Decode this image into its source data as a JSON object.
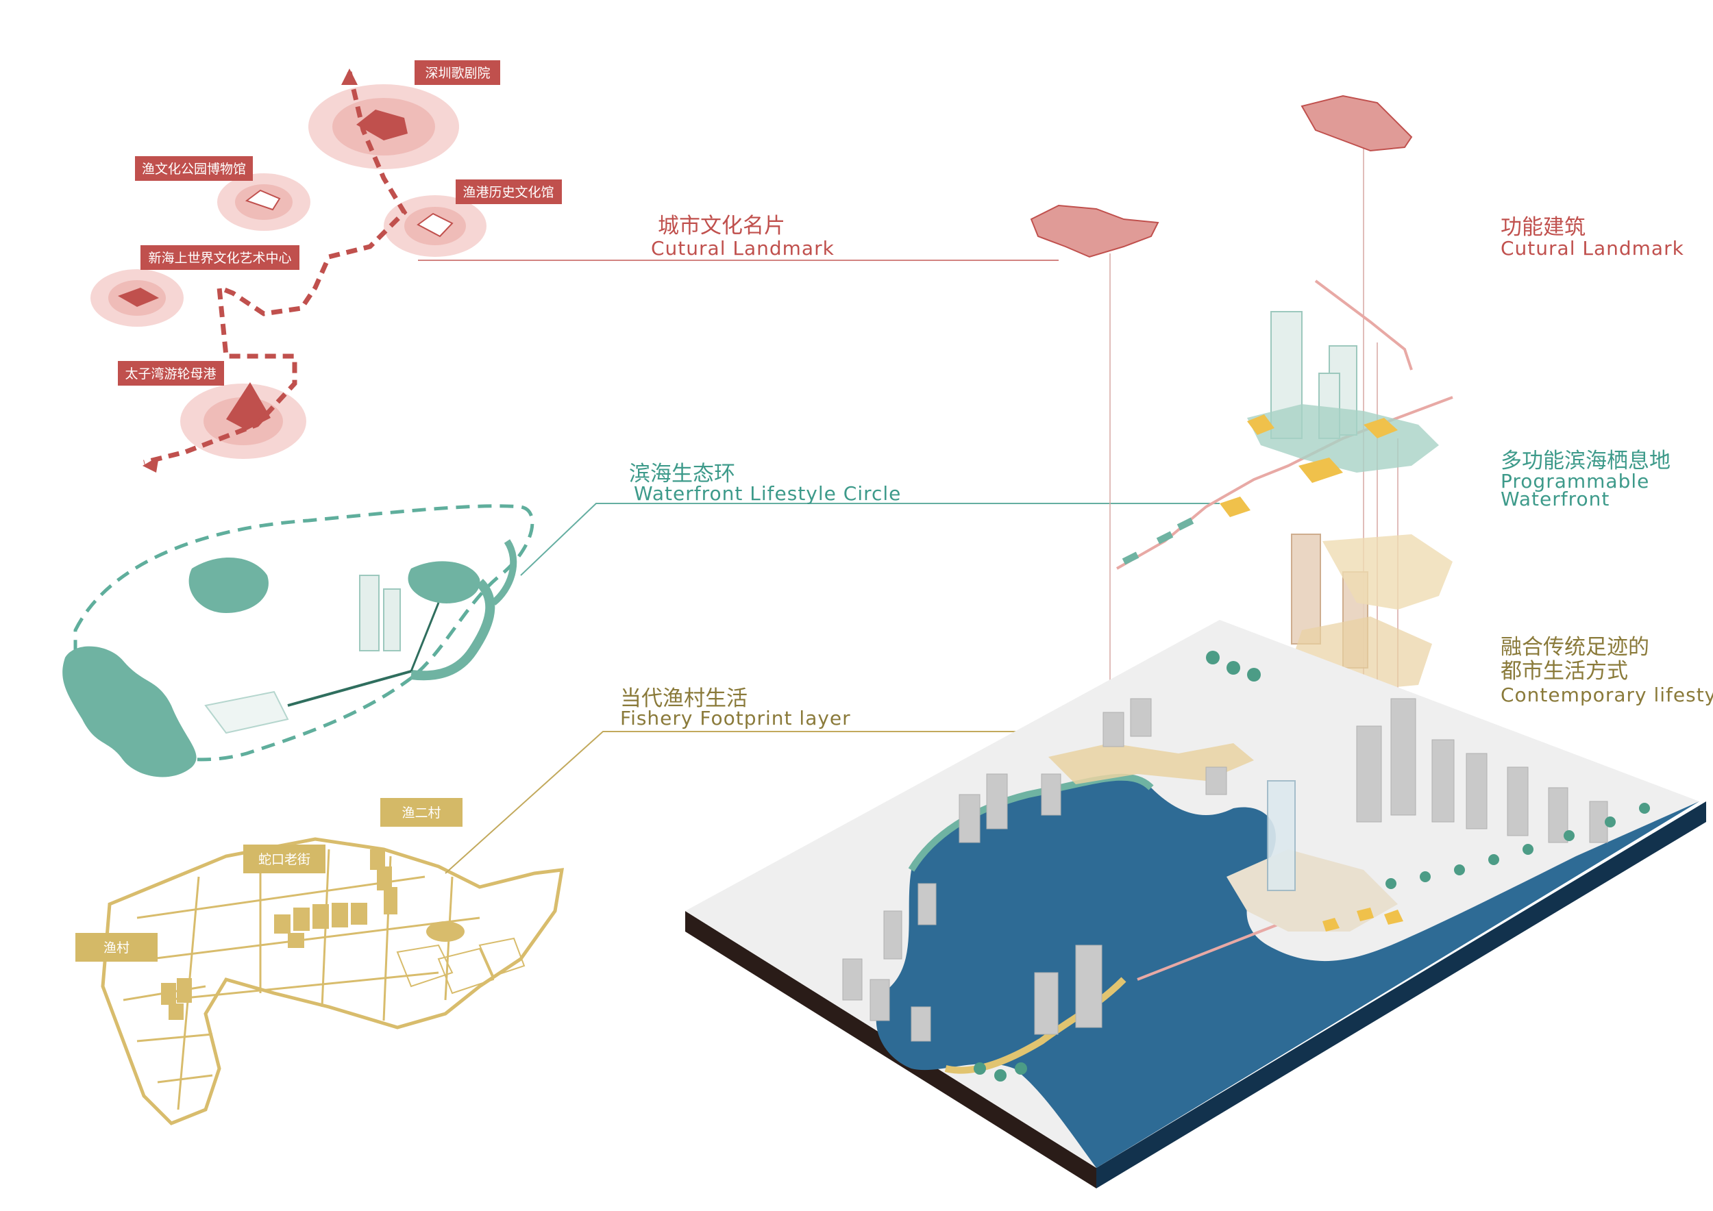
{
  "colors": {
    "landmark_red": "#c0504d",
    "waterfront_green": "#3d9a8a",
    "fishery_gold": "#d8bc6c",
    "water_blue": "#2e6b95",
    "base_dark": "#2a1c18"
  },
  "landmarks": {
    "opera": "深圳歌剧院",
    "fishery_museum": "渔文化公园博物馆",
    "fishing_port_museum": "渔港历史文化馆",
    "art_center": "新海上世界文化艺术中心",
    "cruise_port": "太子湾游轮母港"
  },
  "villages": {
    "yuercun": "渔二村",
    "shekou_old_street": "蛇口老街",
    "yucun": "渔村"
  },
  "layers": {
    "cultural_landmark": {
      "cn": "城市文化名片",
      "en": "Cutural Landmark"
    },
    "functional_building": {
      "cn": "功能建筑",
      "en": "Cutural Landmark"
    },
    "waterfront_circle": {
      "cn": "滨海生态环",
      "en": "Waterfront Lifestyle Circle"
    },
    "programmable_waterfront": {
      "cn": "多功能滨海栖息地",
      "en_line1": "Programmable",
      "en_line2": "Waterfront"
    },
    "fishery_footprint": {
      "cn": "当代渔村生活",
      "en": "Fishery Footprint layer"
    },
    "contemporary_lifestyle": {
      "cn_line1": "融合传统足迹的",
      "cn_line2": "都市生活方式",
      "en": "Contemporary lifestyle"
    }
  }
}
